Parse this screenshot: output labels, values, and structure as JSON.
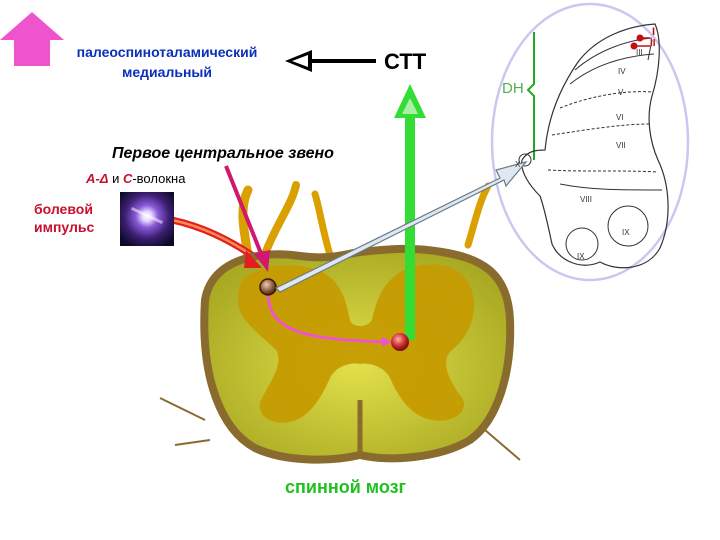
{
  "labels": {
    "paleo_line1": "палеоспиноталамический",
    "paleo_line2": "медиальный",
    "ctt": "СТТ",
    "first_link": "Первое центральное звено",
    "fibers_a": "А-Δ",
    "fibers_and": " и ",
    "fibers_c": "С",
    "fibers_rest": "-волокна",
    "pain_line1": "болевой",
    "pain_line2": "импульс",
    "spinal_cord": "спинной мозг"
  },
  "inset": {
    "dh_label": "DH",
    "laminae": [
      "I",
      "II",
      "III",
      "IV",
      "V",
      "VI",
      "VII",
      "VIII",
      "IX",
      "X",
      "IX"
    ]
  },
  "colors": {
    "up_arrow": "#ee55cc",
    "tract_arrow": "#33dd33",
    "nerve": "#d9a000",
    "gray_matter": "#c69a00",
    "cord_outer": "#c4c230",
    "cord_border": "#8a6b2e",
    "neuron_path": "#ee55cc",
    "inset_border": "#c8c8f0"
  }
}
